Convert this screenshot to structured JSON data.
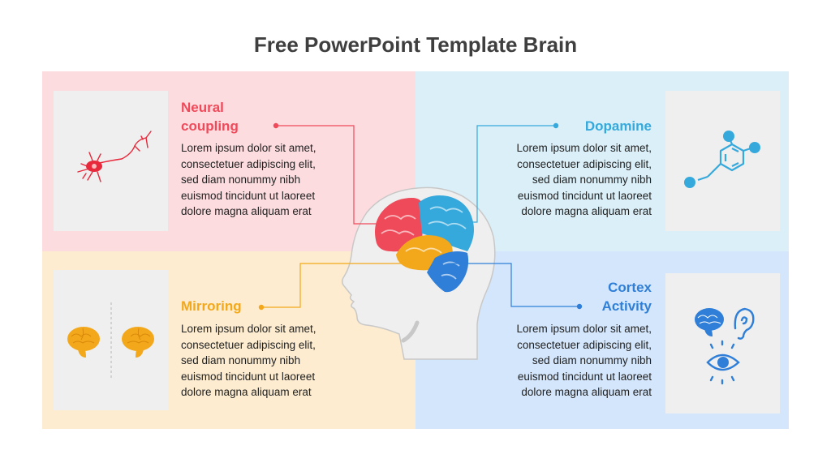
{
  "title": "Free PowerPoint Template Brain",
  "colors": {
    "red": "#ef4a5a",
    "blue_light": "#36a9dc",
    "orange": "#f3a81b",
    "blue": "#2f7fd8",
    "bg_red": "#fddcdf",
    "bg_cyan": "#daeff8",
    "bg_yellow": "#fdeccf",
    "bg_blue": "#d4e6fb",
    "head": "#efefef"
  },
  "sections": [
    {
      "id": "neural",
      "heading": [
        "Neural",
        "coupling"
      ],
      "icon": "neuron-icon",
      "text": [
        "Lorem ipsum dolor sit amet,",
        "consectetuer adipiscing elit,",
        "sed diam nonummy nibh",
        "euismod tincidunt ut laoreet",
        "dolore magna aliquam erat"
      ]
    },
    {
      "id": "dopamine",
      "heading": [
        "Dopamine"
      ],
      "icon": "molecule-icon",
      "text": [
        "Lorem ipsum dolor sit amet,",
        "consectetuer adipiscing elit,",
        "sed diam nonummy nibh",
        "euismod tincidunt ut laoreet",
        "dolore magna aliquam erat"
      ]
    },
    {
      "id": "mirroring",
      "heading": [
        "Mirroring"
      ],
      "icon": "mirrored-brains-icon",
      "text": [
        "Lorem ipsum dolor sit amet,",
        "consectetuer adipiscing elit,",
        "sed diam nonummy nibh",
        "euismod tincidunt ut laoreet",
        "dolore magna aliquam erat"
      ]
    },
    {
      "id": "cortex",
      "heading": [
        "Cortex",
        "Activity"
      ],
      "icon": "brain-ear-eye-icon",
      "text": [
        "Lorem ipsum dolor sit amet,",
        "consectetuer adipiscing elit,",
        "sed diam nonummy nibh",
        "euismod tincidunt ut laoreet",
        "dolore magna aliquam erat"
      ]
    }
  ]
}
